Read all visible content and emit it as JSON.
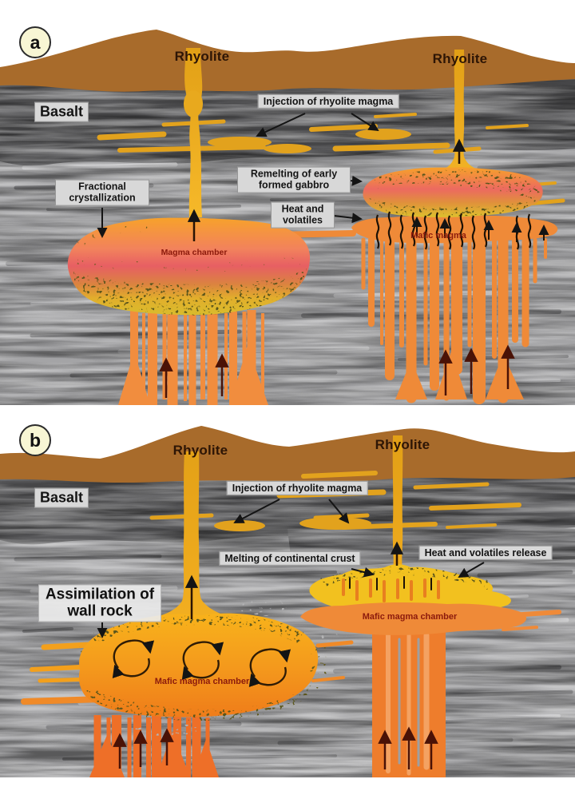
{
  "colors": {
    "mountain_brown": "#a86b2b",
    "crust_dark": "#59595b",
    "crust_light": "#a4a4a6",
    "magma_orange": "#f7a428",
    "magma_red": "#e75f63",
    "magma_yellow": "#e2c12d",
    "dike_orange": "#ef8a38",
    "sill_ochre": "#e2a21d",
    "label_box_bg": "#d8d8d8",
    "maroon_text": "#8c1a0c"
  },
  "panel_a": {
    "badge": "a",
    "labels": {
      "rhyolite_left": "Rhyolite",
      "rhyolite_right": "Rhyolite",
      "basalt": "Basalt",
      "injection": "Injection of rhyolite magma",
      "remelting": "Remelting of early formed gabbro",
      "heat_volatiles": "Heat and volatiles",
      "fractional": "Fractional crystallization",
      "magma_chamber": "Magma chamber",
      "mafic_magma": "Mafic magma"
    }
  },
  "panel_b": {
    "badge": "b",
    "labels": {
      "rhyolite_left": "Rhyolite",
      "rhyolite_right": "Rhyolite",
      "basalt": "Basalt",
      "injection": "Injection of rhyolite magma",
      "melting": "Melting of continental crust",
      "heat_release": "Heat and volatiles release",
      "assimilation": "Assimilation of wall rock",
      "mafic_chamber_left": "Mafic magma chamber",
      "mafic_chamber_right": "Mafic magma chamber"
    }
  }
}
